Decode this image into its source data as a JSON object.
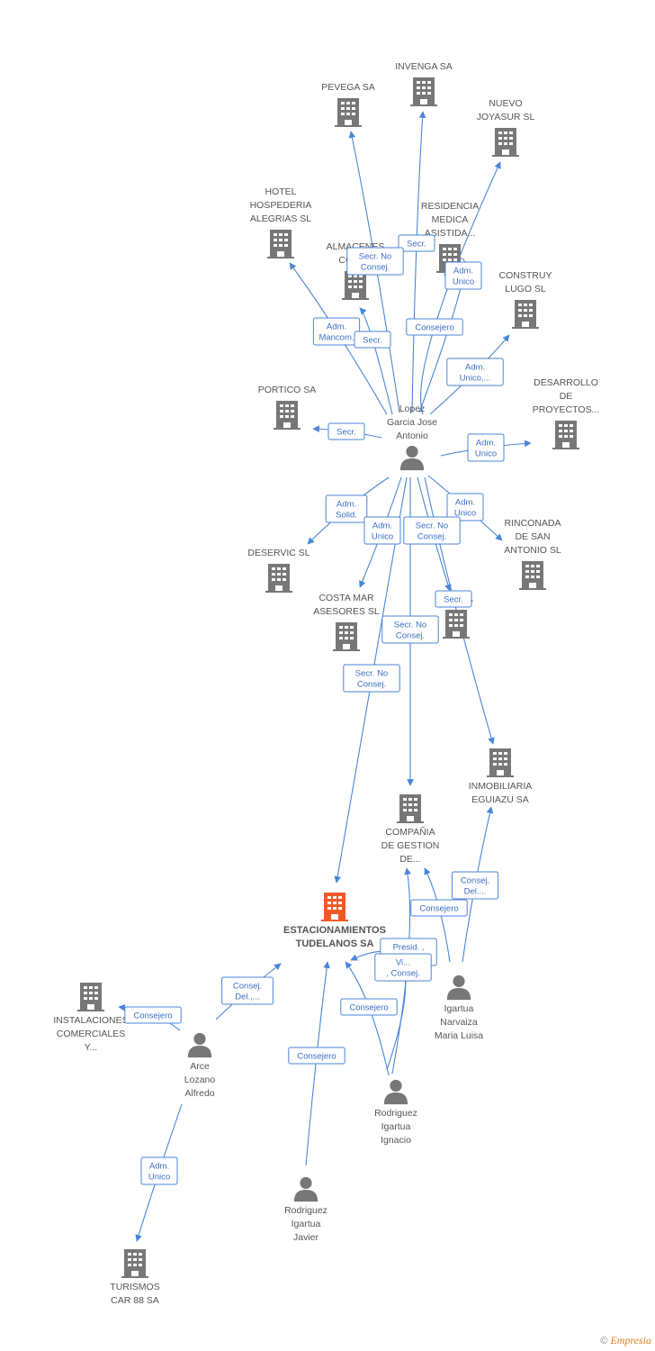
{
  "colors": {
    "edge": "#4a86d8",
    "company": "#777777",
    "person": "#777777",
    "main_company": "#f05a28"
  },
  "nodes": [
    {
      "id": "invenga",
      "type": "company",
      "label": [
        "INVENGA SA"
      ],
      "label_pos": "above"
    },
    {
      "id": "pevega",
      "type": "company",
      "label": [
        "PEVEGA SA"
      ],
      "label_pos": "above"
    },
    {
      "id": "nuevo",
      "type": "company",
      "label": [
        "NUEVO",
        "JOYASUR  SL"
      ],
      "label_pos": "above"
    },
    {
      "id": "hotel",
      "type": "company",
      "label": [
        "HOTEL",
        "HOSPEDERIA",
        "ALEGRIAS  SL"
      ],
      "label_pos": "above"
    },
    {
      "id": "residencia",
      "type": "company",
      "label": [
        "RESIDENCIA",
        "MEDICA",
        "ASISTIDA..."
      ],
      "label_pos": "above"
    },
    {
      "id": "almacenes",
      "type": "company",
      "label": [
        "ALMACENES",
        "CORT..."
      ],
      "label_pos": "above"
    },
    {
      "id": "construy",
      "type": "company",
      "label": [
        "CONSTRUY",
        "LUGO SL"
      ],
      "label_pos": "above"
    },
    {
      "id": "portico",
      "type": "company",
      "label": [
        "PORTICO SA"
      ],
      "label_pos": "above"
    },
    {
      "id": "desarrollo",
      "type": "company",
      "label": [
        "DESARROLLO",
        "DE",
        "PROYECTOS..."
      ],
      "label_pos": "above"
    },
    {
      "id": "lopez",
      "type": "person",
      "label": [
        "Lopez",
        "Garcia Jose",
        "Antonio"
      ],
      "label_pos": "above"
    },
    {
      "id": "rinconada",
      "type": "company",
      "label": [
        "RINCONADA",
        "DE SAN",
        "ANTONIO SL"
      ],
      "label_pos": "above"
    },
    {
      "id": "deservic",
      "type": "company",
      "label": [
        "DESERVIC SL"
      ],
      "label_pos": "above"
    },
    {
      "id": "costamar",
      "type": "company",
      "label": [
        "COSTA MAR",
        "ASESORES SL"
      ],
      "label_pos": "above"
    },
    {
      "id": "nasa",
      "type": "company",
      "label": [
        "NA...SA"
      ],
      "label_pos": "above"
    },
    {
      "id": "inmobiliaria",
      "type": "company",
      "label": [
        "INMOBILIARIA",
        "EGUIAZU SA"
      ],
      "label_pos": "below"
    },
    {
      "id": "compania",
      "type": "company",
      "label": [
        "COMPAÑIA",
        "DE GESTION",
        "DE..."
      ],
      "label_pos": "below"
    },
    {
      "id": "estacionamientos",
      "type": "main",
      "label": [
        "ESTACIONAMIENTOS",
        "TUDELANOS SA"
      ],
      "label_pos": "below"
    },
    {
      "id": "instalaciones",
      "type": "company",
      "label": [
        "INSTALACIONES",
        "COMERCIALES",
        "Y..."
      ],
      "label_pos": "below"
    },
    {
      "id": "igartua",
      "type": "person",
      "label": [
        "Igartua",
        "Narvaiza",
        "Maria Luisa"
      ],
      "label_pos": "below"
    },
    {
      "id": "arce",
      "type": "person",
      "label": [
        "Arce",
        "Lozano",
        "Alfredo"
      ],
      "label_pos": "below"
    },
    {
      "id": "rodriguez_ignacio",
      "type": "person",
      "label": [
        "Rodriguez",
        "Igartua",
        "Ignacio"
      ],
      "label_pos": "below"
    },
    {
      "id": "rodriguez_javier",
      "type": "person",
      "label": [
        "Rodriguez",
        "Igartua",
        "Javier"
      ],
      "label_pos": "below"
    },
    {
      "id": "turismos",
      "type": "company",
      "label": [
        "TURISMOS",
        "CAR 88 SA"
      ],
      "label_pos": "below"
    }
  ],
  "edges": [
    {
      "from": "lopez",
      "to": "invenga",
      "label": [
        "Secr."
      ]
    },
    {
      "from": "lopez",
      "to": "pevega",
      "label": [
        "Secr.  No",
        "Consej."
      ]
    },
    {
      "from": "lopez",
      "to": "nuevo",
      "label": [
        "Consejero"
      ]
    },
    {
      "from": "lopez",
      "to": "residencia",
      "label": [
        "Adm.",
        "Unico"
      ]
    },
    {
      "from": "lopez",
      "to": "hotel",
      "label": [
        "Adm.",
        "Mancom."
      ]
    },
    {
      "from": "lopez",
      "to": "almacenes",
      "label": [
        "Secr."
      ]
    },
    {
      "from": "lopez",
      "to": "construy",
      "label": [
        "Adm.",
        "Unico,..."
      ]
    },
    {
      "from": "lopez",
      "to": "portico",
      "label": [
        "Secr."
      ]
    },
    {
      "from": "lopez",
      "to": "desarrollo",
      "label": [
        "Adm.",
        "Unico"
      ]
    },
    {
      "from": "lopez",
      "to": "rinconada",
      "label": [
        "Adm.",
        "Unico"
      ]
    },
    {
      "from": "lopez",
      "to": "deservic",
      "label": [
        "Adm.",
        "Solid."
      ]
    },
    {
      "from": "lopez",
      "to": "costamar",
      "label": [
        "Adm.",
        "Unico"
      ]
    },
    {
      "from": "lopez",
      "to": "nasa",
      "label": [
        "Secr.  No",
        "Consej."
      ]
    },
    {
      "from": "lopez",
      "to": "inmobiliaria",
      "label": [
        "Secr."
      ]
    },
    {
      "from": "lopez",
      "to": "compania",
      "label": [
        "Secr.  No",
        "Consej."
      ]
    },
    {
      "from": "lopez",
      "to": "estacionamientos",
      "label": [
        "Secr.  No",
        "Consej."
      ]
    },
    {
      "from": "igartua",
      "to": "inmobiliaria",
      "label": [
        "Consej.",
        "Del...."
      ]
    },
    {
      "from": "igartua",
      "to": "compania",
      "label": [
        "Consejero"
      ]
    },
    {
      "from": "rodriguez_ignacio",
      "to": "compania",
      "label": [
        "Presid. ,",
        "Consej."
      ]
    },
    {
      "from": "rodriguez_ignacio",
      "to": "estacionamientos",
      "label": [
        "Vi...",
        ", Consej."
      ]
    },
    {
      "from": "rodriguez_ignacio",
      "to": "estacionamientos",
      "label": [
        "Consejero"
      ],
      "variant": 2
    },
    {
      "from": "rodriguez_javier",
      "to": "estacionamientos",
      "label": [
        "Consejero"
      ]
    },
    {
      "from": "arce",
      "to": "estacionamientos",
      "label": [
        "Consej.",
        "Del.,..."
      ]
    },
    {
      "from": "arce",
      "to": "instalaciones",
      "label": [
        "Consejero"
      ]
    },
    {
      "from": "arce",
      "to": "turismos",
      "label": [
        "Adm.",
        "Unico"
      ]
    }
  ],
  "footer": {
    "copyright": "©",
    "brand": "Empresia"
  }
}
